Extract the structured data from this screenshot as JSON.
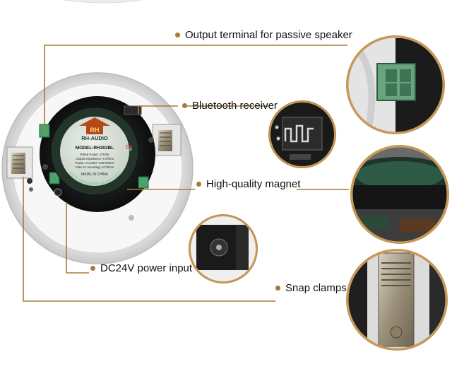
{
  "callouts": {
    "output_terminal": "Output terminal for passive speaker",
    "bluetooth": "Bluetooth receiver",
    "magnet": "High-quality magnet",
    "power": "DC24V power input",
    "clamps": "Snap clamps"
  },
  "speaker_label": {
    "brand": "RH-AUDIO",
    "arc_text": "BLUETOOTH ACTIVE CEILING SPEAKER",
    "model": "MODEL:RH302BL",
    "spec_lines": [
      "Rated Power: 2*10W",
      "Output impedance: 8 Ohms",
      "Power: AC100V~240V/50Hz",
      "Hole for mounting: ø170mm"
    ],
    "made_in": "MADE IN CHINA",
    "url": "HTTP://WWW.RH-AUDIO.NET"
  },
  "colors": {
    "leader_line": "#a87a3a",
    "label_green": "#2e8f5c",
    "label_dark": "#1e3b2e"
  }
}
